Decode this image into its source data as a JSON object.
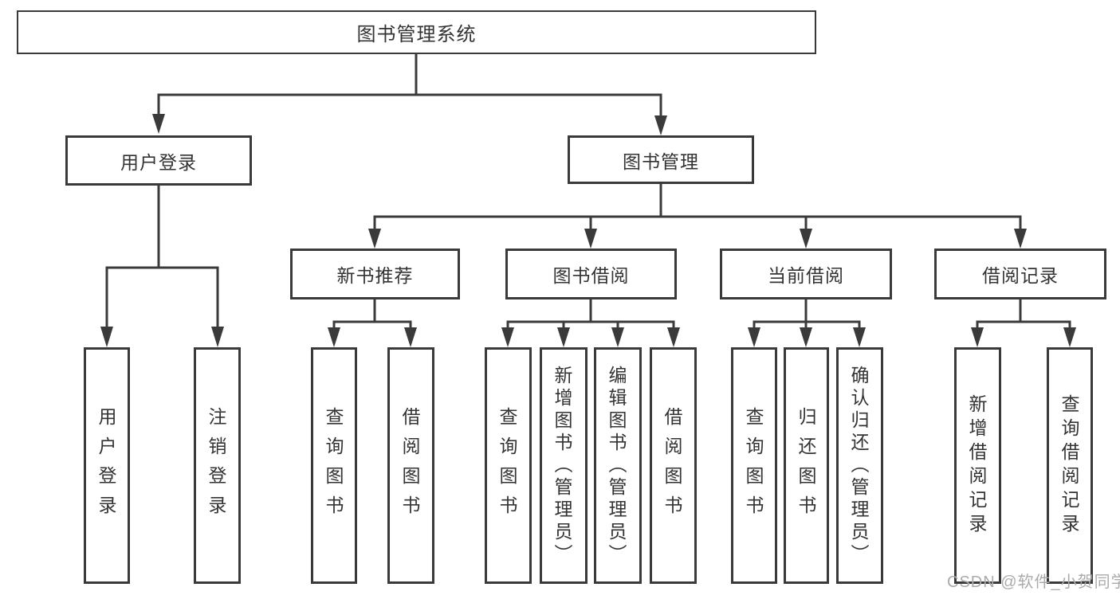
{
  "colors": {
    "line": "#3a3a3a",
    "text": "#333333",
    "boxbg": "#ffffff",
    "watermark": "#ababab"
  },
  "tree": {
    "root": {
      "label": "图书管理系统"
    },
    "branches": [
      {
        "label": "用户登录",
        "leaves": [
          {
            "label": "用户登录"
          },
          {
            "label": "注销登录"
          }
        ]
      },
      {
        "label": "图书管理",
        "groups": [
          {
            "label": "新书推荐",
            "leaves": [
              {
                "label": "查询图书"
              },
              {
                "label": "借阅图书"
              }
            ]
          },
          {
            "label": "图书借阅",
            "leaves": [
              {
                "label": "查询图书"
              },
              {
                "label": "新增图书（管理员）"
              },
              {
                "label": "编辑图书（管理员）"
              },
              {
                "label": "借阅图书"
              }
            ]
          },
          {
            "label": "当前借阅",
            "leaves": [
              {
                "label": "查询图书"
              },
              {
                "label": "归还图书"
              },
              {
                "label": "确认归还（管理员）"
              }
            ]
          },
          {
            "label": "借阅记录",
            "leaves": [
              {
                "label": "新增借阅记录"
              },
              {
                "label": "查询借阅记录"
              }
            ]
          }
        ]
      }
    ]
  },
  "watermark": {
    "text": "CSDN @软件_小贺同学"
  }
}
